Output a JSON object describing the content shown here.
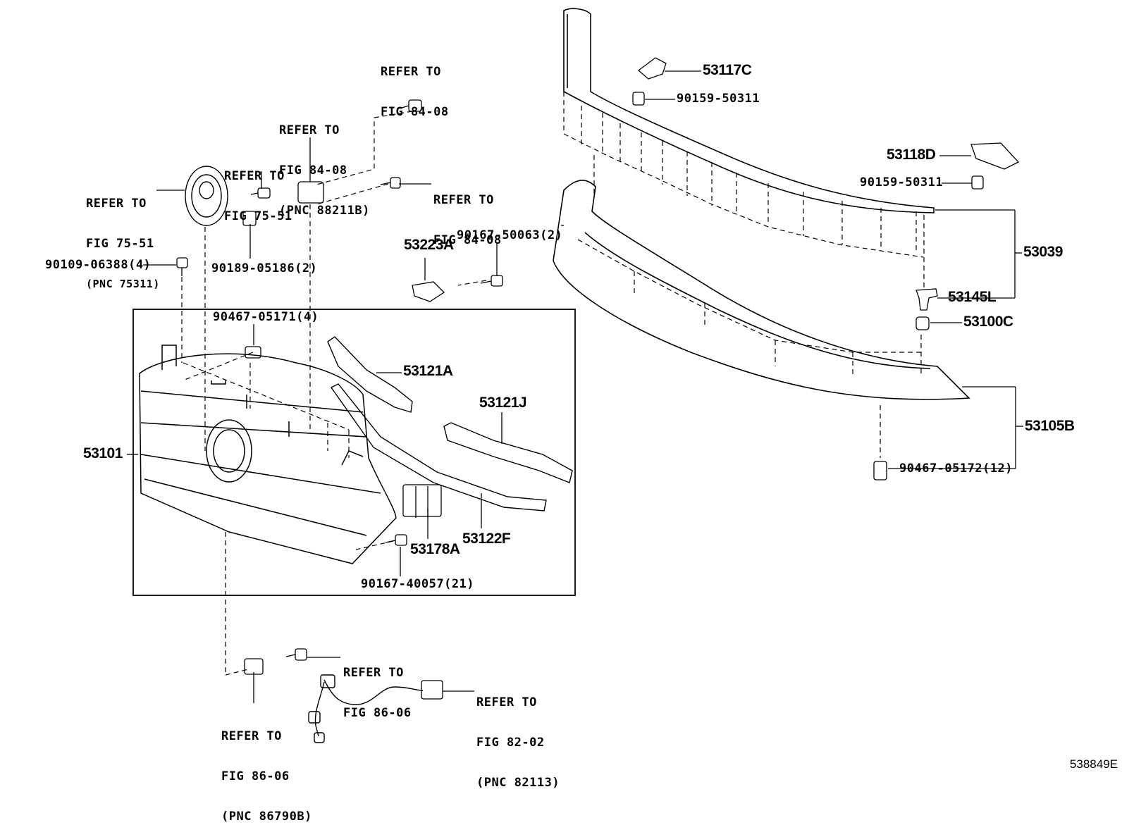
{
  "diagram_code": "538849E",
  "labels": {
    "refer_84_08_top": [
      "REFER TO",
      "FIG 84-08"
    ],
    "refer_84_08_pnc": [
      "REFER TO",
      "FIG 84-08",
      "(PNC 88211B)"
    ],
    "refer_75_51_a": [
      "REFER TO",
      "FIG 75-51"
    ],
    "refer_75_51_pnc": [
      "REFER TO",
      "FIG 75-51",
      "(PNC 75311)"
    ],
    "refer_84_08_right": [
      "REFER TO",
      "FIG 84-08"
    ],
    "p90109": "90109-06388(4)",
    "p90189": "90189-05186(2)",
    "p53223A": "53223A",
    "p90167_50063": "90167-50063(2)",
    "p90467_05171": "90467-05171(4)",
    "p53121A": "53121A",
    "p53121J": "53121J",
    "p53101": "53101",
    "p53178A": "53178A",
    "p53122F": "53122F",
    "p90167_40057": "90167-40057(21)",
    "p53117C": "53117C",
    "p90159_a": "90159-50311",
    "p53118D": "53118D",
    "p90159_b": "90159-50311",
    "p53039": "53039",
    "p53145L": "53145L",
    "p53100C": "53100C",
    "p53105B": "53105B",
    "p90467_05172": "90467-05172(12)",
    "refer_86_06_right": [
      "REFER TO",
      "FIG 86-06"
    ],
    "refer_82_02": [
      "REFER TO",
      "FIG 82-02",
      "(PNC 82113)"
    ],
    "refer_86_06_pnc": [
      "REFER TO",
      "FIG 86-06",
      "(PNC 86790B)"
    ]
  }
}
